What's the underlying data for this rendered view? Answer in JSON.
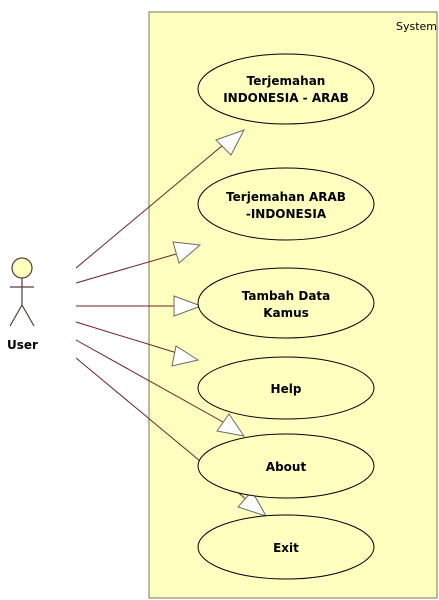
{
  "system": {
    "label": "System"
  },
  "actor": {
    "label": "User"
  },
  "use_cases": [
    {
      "id": "uc1",
      "lines": [
        "Terjemahan",
        "INDONESIA - ARAB"
      ]
    },
    {
      "id": "uc2",
      "lines": [
        "Terjemahan ARAB",
        "-INDONESIA"
      ]
    },
    {
      "id": "uc3",
      "lines": [
        "Tambah Data",
        "Kamus"
      ]
    },
    {
      "id": "uc4",
      "lines": [
        "Help"
      ]
    },
    {
      "id": "uc5",
      "lines": [
        "About"
      ]
    },
    {
      "id": "uc6",
      "lines": [
        "Exit"
      ]
    }
  ],
  "colors": {
    "system_fill": "#ffffc0",
    "system_stroke": "#7a7a55",
    "usecase_fill": "#ffffc0",
    "usecase_stroke": "#000000",
    "actor_fill": "#ffffc0",
    "actor_stroke": "#5a3a3a",
    "line": "#6b2222",
    "arrowhead": "#6b6b6b"
  }
}
